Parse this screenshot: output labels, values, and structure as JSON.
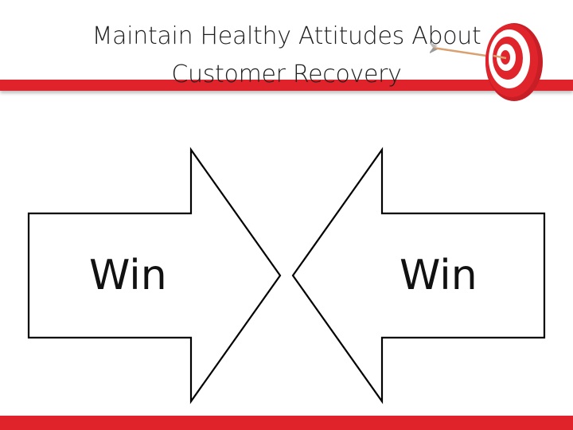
{
  "slide": {
    "title_line1": "Maintain Healthy Attitudes About",
    "title_line2": "Customer Recovery"
  },
  "diagram": {
    "left_arrow_label": "Win",
    "right_arrow_label": "Win",
    "left_arrow_direction": "right",
    "right_arrow_direction": "left"
  },
  "icons": {
    "target": "target-with-arrow-icon"
  },
  "colors": {
    "accent_bar": "#e0222a",
    "target_red": "#d9232b",
    "arrow_stroke": "#000000",
    "arrow_fill": "#ffffff"
  }
}
